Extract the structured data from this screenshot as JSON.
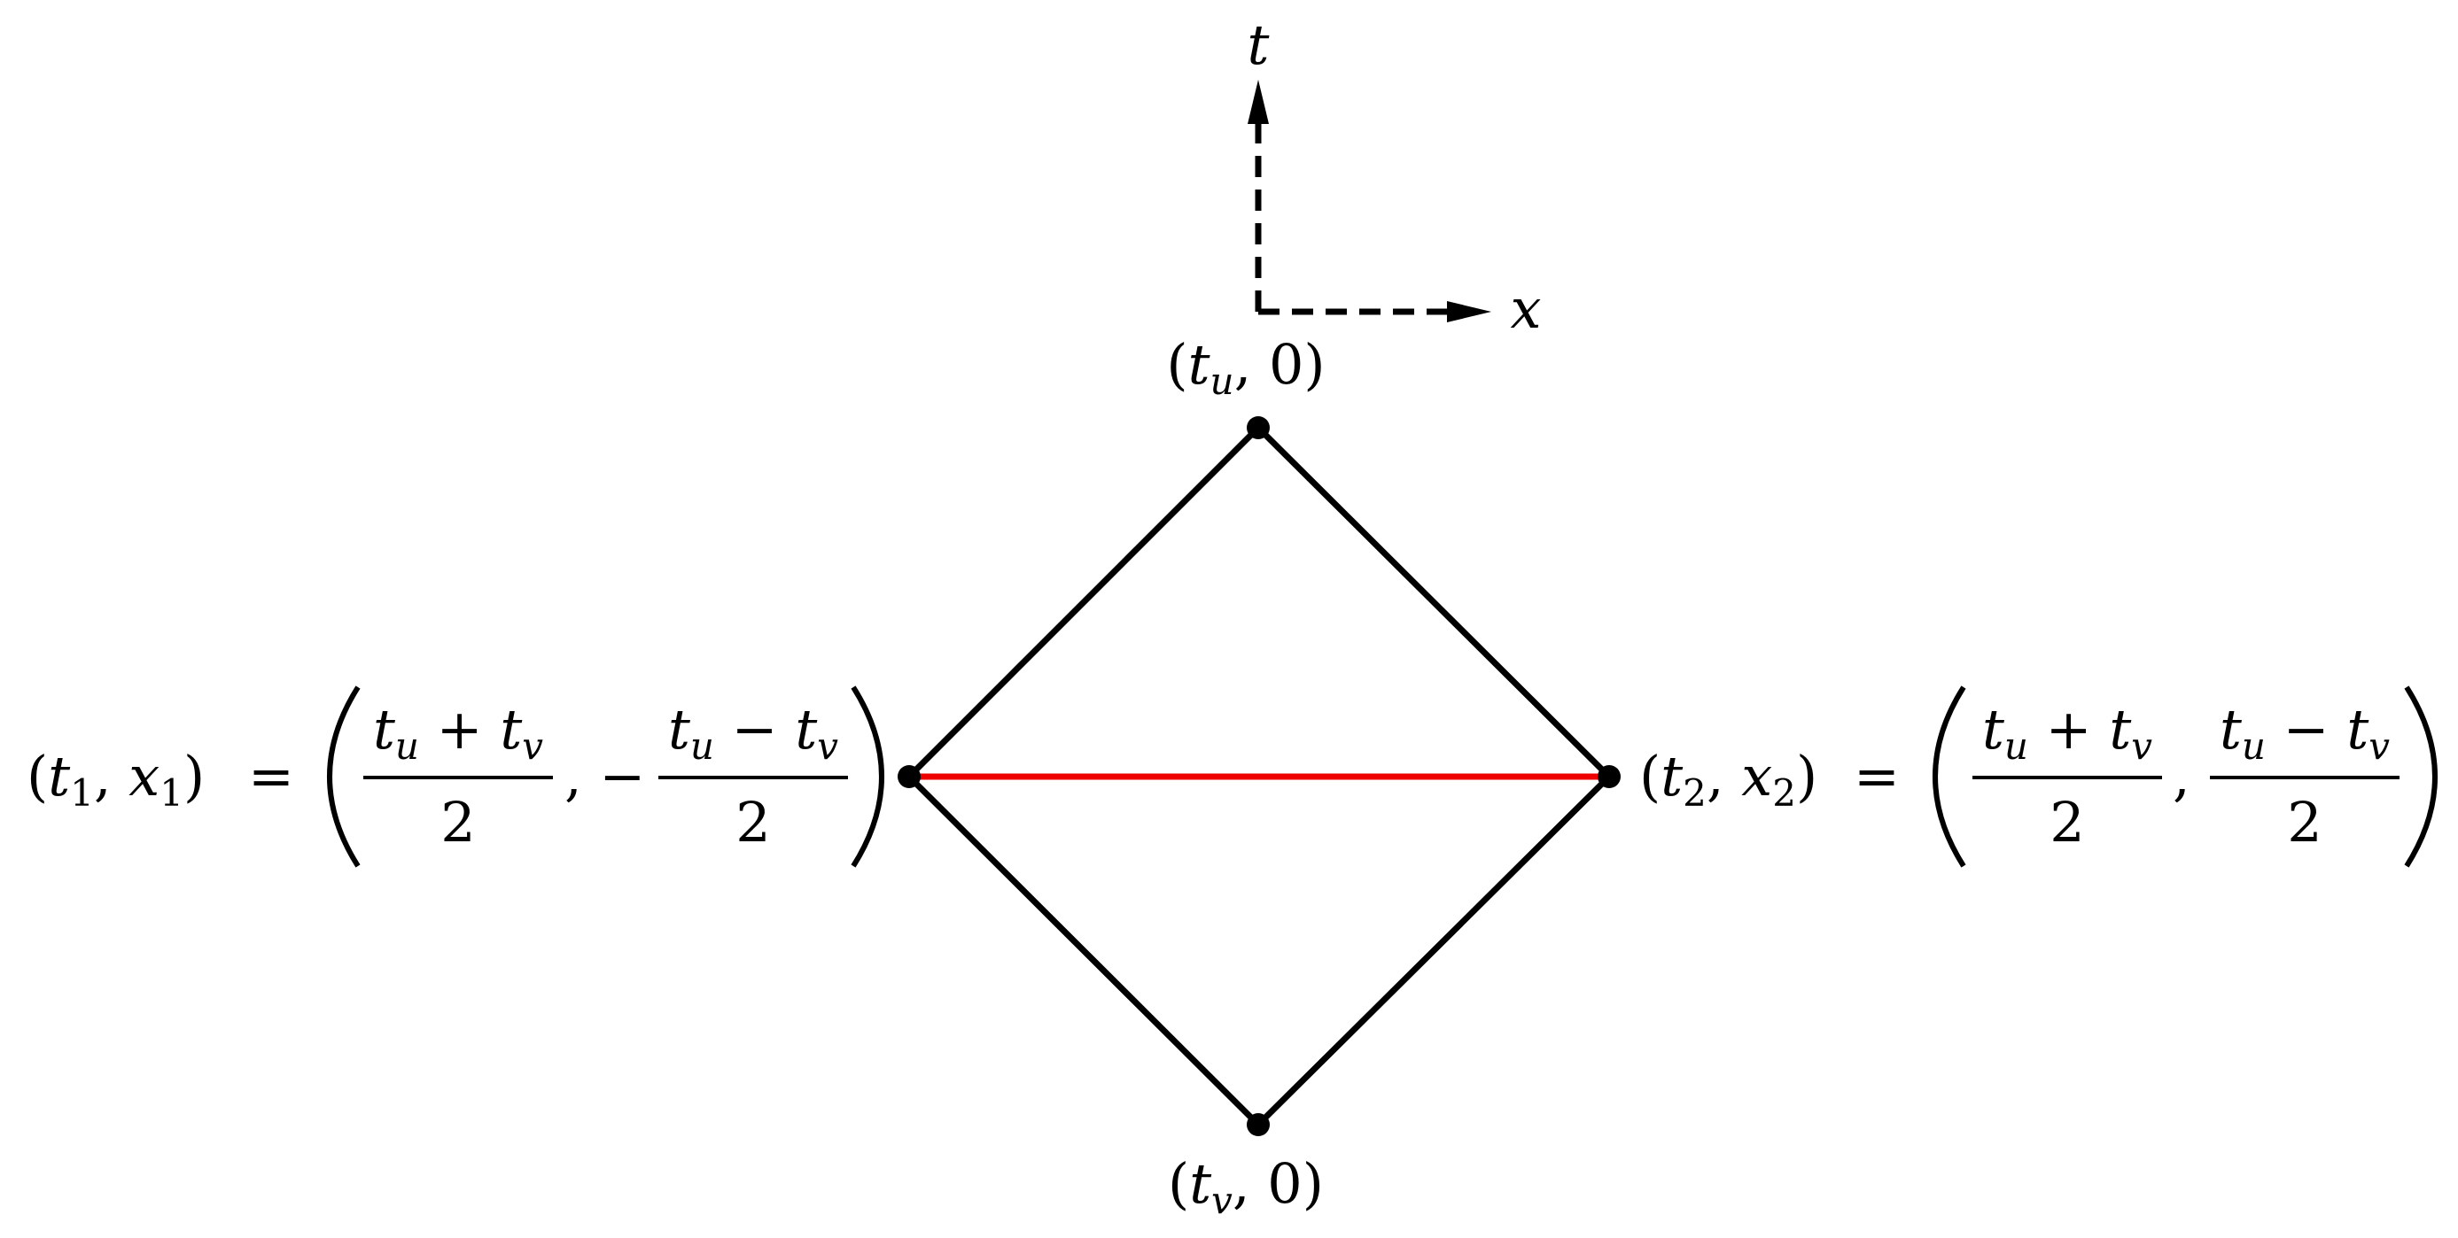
{
  "axes": {
    "t_label": "t",
    "x_label": "x"
  },
  "top_vertex": {
    "open": "(",
    "var": "t",
    "sub": "u",
    "rest": ", 0)"
  },
  "bottom_vertex": {
    "open": "(",
    "var": "t",
    "sub": "v",
    "rest": ", 0)"
  },
  "left_vertex": {
    "lhs_open": "(",
    "t": "t",
    "t_sub": "1",
    "comma": ", ",
    "x": "x",
    "x_sub": "1",
    "lhs_close": ")",
    "equals": "=",
    "sep": ", −",
    "frac1": {
      "num_a": "t",
      "num_a_sub": "u",
      "num_op": " + ",
      "num_b": "t",
      "num_b_sub": "v",
      "den": "2"
    },
    "frac2": {
      "num_a": "t",
      "num_a_sub": "u",
      "num_op": " − ",
      "num_b": "t",
      "num_b_sub": "v",
      "den": "2"
    }
  },
  "right_vertex": {
    "lhs_open": "(",
    "t": "t",
    "t_sub": "2",
    "comma": ", ",
    "x": "x",
    "x_sub": "2",
    "lhs_close": ")",
    "equals": "=",
    "sep": ",",
    "frac1": {
      "num_a": "t",
      "num_a_sub": "u",
      "num_op": " + ",
      "num_b": "t",
      "num_b_sub": "v",
      "den": "2"
    },
    "frac2": {
      "num_a": "t",
      "num_a_sub": "u",
      "num_op": " − ",
      "num_b": "t",
      "num_b_sub": "v",
      "den": "2"
    }
  },
  "colors": {
    "edges": "#000000",
    "horizontal_segment": "#ee0000",
    "axes": "#000000",
    "points": "#000000"
  }
}
